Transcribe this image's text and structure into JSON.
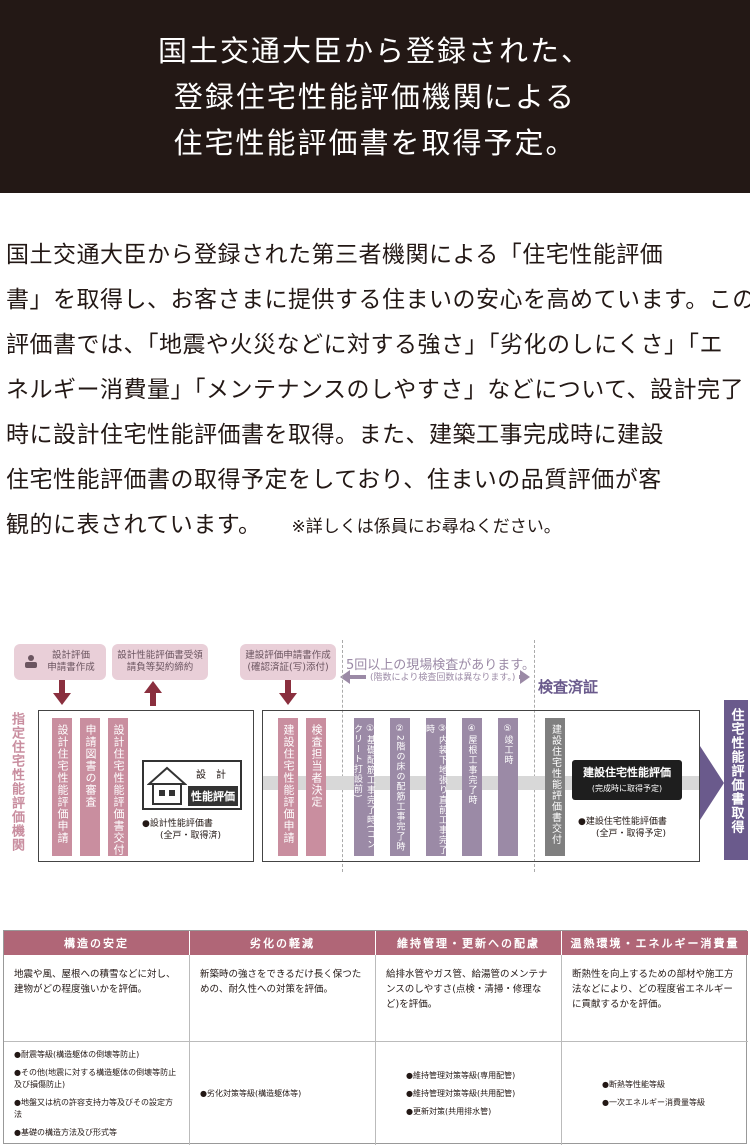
{
  "banner": {
    "line1": "国土交通大臣から登録された、",
    "line2": "登録住宅性能評価機関による",
    "line3": "住宅性能評価書を取得予定。"
  },
  "intro": {
    "lines": [
      "国土交通大臣から登録された第三者機関による「住宅性能評価",
      "書」を取得し、お客さまに提供する住まいの安心を高めています。この",
      "評価書では、「地震や火災などに対する強さ」「劣化のしにくさ」「エ",
      "ネルギー消費量」「メンテナンスのしやすさ」などについて、設計完了",
      "時に設計住宅性能評価書を取得。また、建築工事完成時に建設",
      "住宅性能評価書の取得予定をしており、住まいの品質評価が客",
      "観的に表されています。"
    ],
    "note": "※詳しくは係員にお尋ねください。"
  },
  "flow": {
    "left_label": "指定住宅性能評価機関",
    "top_box1": "設計評価\n申請書作成",
    "top_box2": "設計性能評価書受領\n請負等契約締約",
    "top_box3": "建設評価申請書作成\n(確認済証(写)添付)",
    "inspection_note": "5回以上の現場検査があります。",
    "inspection_sub": "(階数により検査回数は異なります。)",
    "inspected": "検査済証",
    "cols_left": [
      "設計住宅性能評価申請",
      "申請図書の審査",
      "設計住宅性能評価書交付"
    ],
    "seal_top": "設　計",
    "seal_bottom": "性能評価",
    "design_caption1": "●設計性能評価書",
    "design_caption2": "(全戸・取得済)",
    "cols_mid": [
      "建設住宅性能評価申請",
      "検査担当者決定"
    ],
    "inspections": [
      "①基礎配筋工事完了時(コンクリート打設前)",
      "②2階の床の配筋工事完了時",
      "③内装下地張り直前工事完了時",
      "④屋根工事完了時",
      "⑤竣工時"
    ],
    "col_grey": "建設住宅性能評価書交付",
    "construction_title": "建設住宅性能評価",
    "construction_sub": "(完成時に取得予定)",
    "construction_caption1": "●建設住宅性能評価書",
    "construction_caption2": "(全戸・取得予定)",
    "right_label": "住宅性能評価書取得"
  },
  "table": {
    "columns": [
      {
        "header": "構造の安定",
        "desc": "地震や風、屋根への積雪などに対し、建物がどの程度強いかを評価。",
        "items": [
          "●耐震等級(構造躯体の倒壊等防止)",
          "●その他(地震に対する構造躯体の倒壊等防止及び損傷防止)",
          "●地盤又は杭の許容支持力等及びその設定方法",
          "●基礎の構造方法及び形式等"
        ]
      },
      {
        "header": "劣化の軽減",
        "desc": "新築時の強さをできるだけ長く保つための、耐久性への対策を評価。",
        "items": [
          "●劣化対策等級(構造躯体等)"
        ]
      },
      {
        "header": "維持管理・更新への配慮",
        "desc": "給排水管やガス管、給湯管のメンテナンスのしやすさ(点検・清掃・修理など)を評価。",
        "items": [
          "●維持管理対策等級(専用配管)",
          "●維持管理対策等級(共用配管)",
          "●更新対策(共用排水管)"
        ]
      },
      {
        "header": "温熱環境・エネルギー消費量",
        "desc": "断熱性を向上するための部材や施工方法などにより、どの程度省エネルギーに貢献するかを評価。",
        "items": [
          "●断熱等性能等級",
          "●一次エネルギー消費量等級"
        ]
      }
    ]
  },
  "colors": {
    "banner_bg": "#231815",
    "pink": "#c98e9f",
    "purple": "#9b8aa6",
    "header": "#b06677",
    "final": "#6a5a8c"
  }
}
